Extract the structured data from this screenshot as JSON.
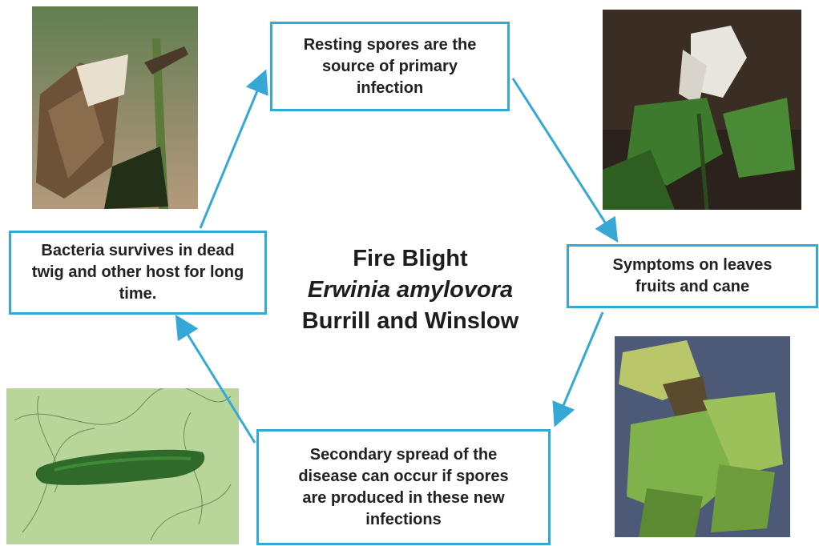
{
  "center": {
    "common_name": "Fire Blight",
    "scientific_name": "Erwinia amylovora",
    "authority": "Burrill and Winslow"
  },
  "stages": {
    "top": "Resting spores  are the\nsource of primary\ninfection",
    "right": "Symptoms on leaves\nfruits and cane",
    "bottom": "Secondary spread of the\ndisease can occur if spores\nare produced in these new\ninfections",
    "left": "Bacteria survives in dead\ntwig and other host for long\ntime."
  },
  "images": {
    "top_left": "dead-twig-photo",
    "top_right": "wilted-shoot-photo",
    "bottom_right": "infected-leaves-photo",
    "bottom_left": "bacterium-micrograph"
  },
  "colors": {
    "accent": "#35a8d6",
    "text": "#222222"
  }
}
